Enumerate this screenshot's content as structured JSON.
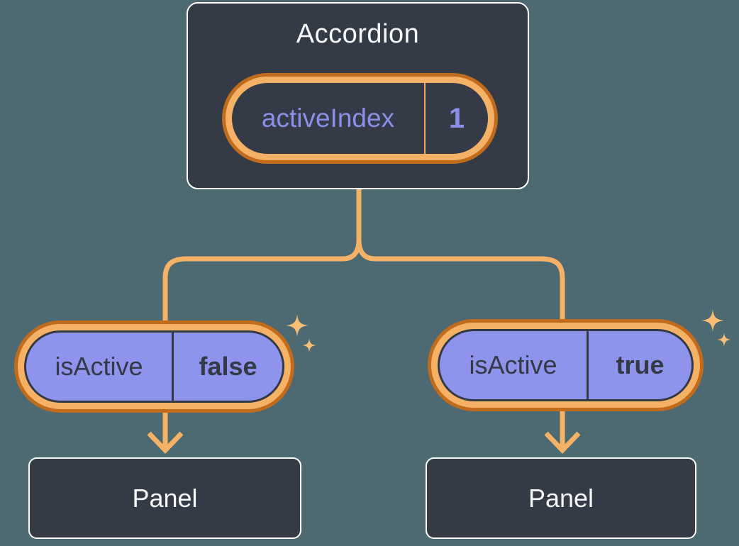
{
  "diagram": {
    "root": {
      "title": "Accordion",
      "prop": {
        "name": "activeIndex",
        "value": "1"
      }
    },
    "children": [
      {
        "side": "left",
        "prop": {
          "name": "isActive",
          "value": "false"
        },
        "panel": "Panel"
      },
      {
        "side": "right",
        "prop": {
          "name": "isActive",
          "value": "true"
        },
        "panel": "Panel"
      }
    ]
  },
  "icons": {
    "sparkle": "sparkle-icon",
    "arrow": "arrow-down-icon"
  },
  "colors": {
    "background": "#4D6972",
    "node_fill": "#343A46",
    "node_border": "#FFFFFF",
    "ring_dark": "#C06C1C",
    "ring_light": "#F5B266",
    "connector": "#F5B266",
    "sparkle": "#F7BE74",
    "pill_fill": "#8E93EC",
    "purple_text": "#8A90E8",
    "dark_text": "#333A46",
    "light_text": "#F6F7F9"
  }
}
